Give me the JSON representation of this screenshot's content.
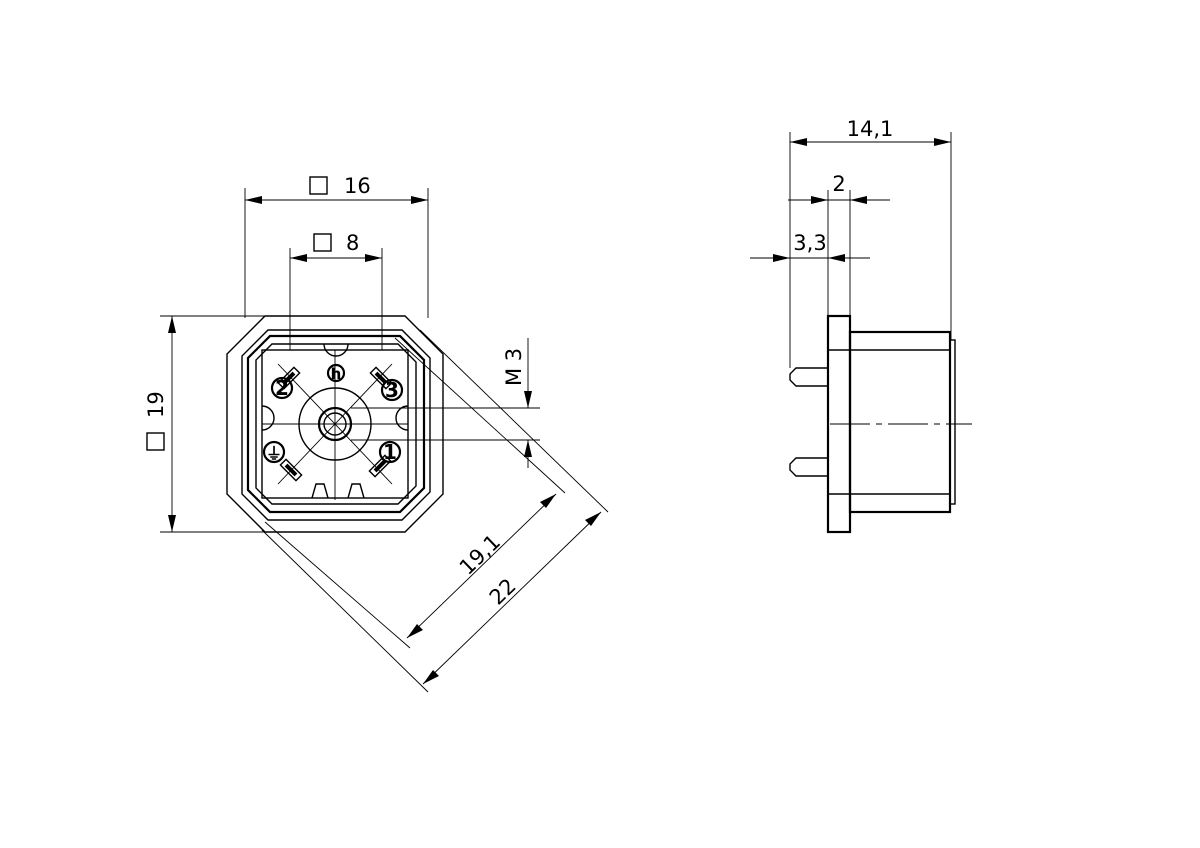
{
  "front_view": {
    "dim_outer_square": {
      "symbol": "□",
      "value": "16"
    },
    "dim_inner_square": {
      "symbol": "□",
      "value": "8"
    },
    "dim_height": {
      "symbol": "□",
      "value": "19"
    },
    "dim_thread": "M 3",
    "dim_diag_inner": "19,1",
    "dim_diag_outer": "22",
    "pins": {
      "p1": "1",
      "p2": "2",
      "p3": "3",
      "ground": "⏚",
      "coding": "h"
    }
  },
  "side_view": {
    "dim_total_depth": "14,1",
    "dim_flange": "2",
    "dim_pin_length": "3,3"
  }
}
